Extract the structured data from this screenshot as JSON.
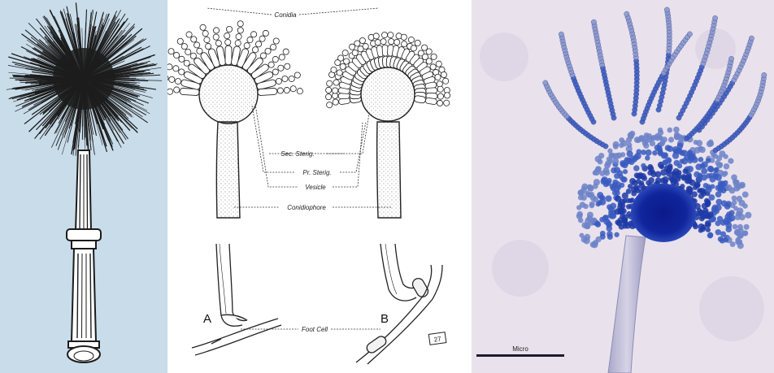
{
  "diagram": {
    "labels": {
      "conidia": "Conidia",
      "sec_sterig": "Sec. Sterig.",
      "pr_sterig": "Pr. Sterig.",
      "vesicle": "Vesicle",
      "conidiophore": "Conidiophore",
      "foot_cell": "Foot Cell",
      "a": "A",
      "b": "B",
      "plate_mark": "27"
    }
  },
  "micrograph": {
    "scale_label": "Micro"
  },
  "colors": {
    "aspergillum_background": "#c9dcea",
    "ink": "#1c1c1c",
    "stain_blue": "#1f3fa8",
    "micro_background": "#e9e2ec"
  }
}
